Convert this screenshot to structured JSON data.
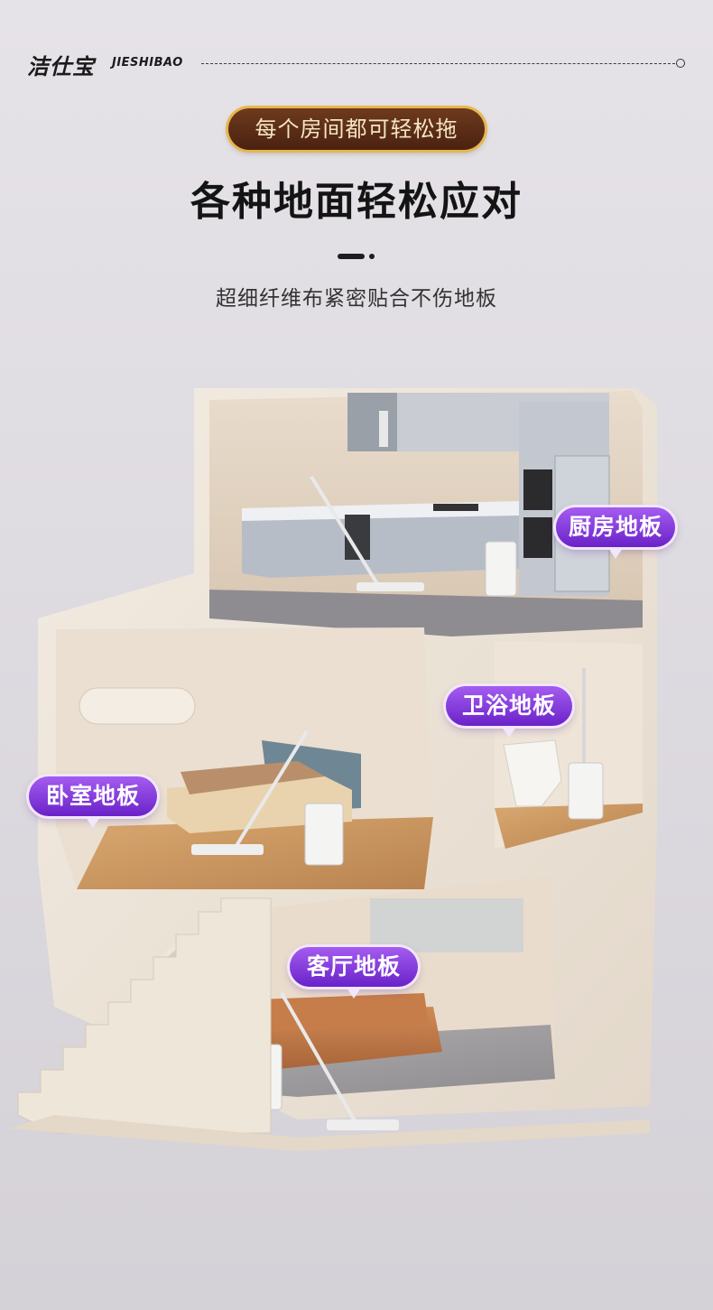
{
  "brand": {
    "name_cn": "洁仕宝",
    "name_en": "JIESHIBAO"
  },
  "tagline": "每个房间都可轻松拖",
  "title": "各种地面轻松应对",
  "subtitle": "超细纤维布紧密贴合不伤地板",
  "rooms": [
    {
      "label": "厨房地板"
    },
    {
      "label": "卫浴地板"
    },
    {
      "label": "卧室地板"
    },
    {
      "label": "客厅地板"
    }
  ],
  "colors": {
    "background": "#e2dfe5",
    "badge_purple": "#8a3fe0",
    "pill_brown": "#5a2c15",
    "pill_gold": "#e8b64a",
    "wall": "#efe6da"
  }
}
